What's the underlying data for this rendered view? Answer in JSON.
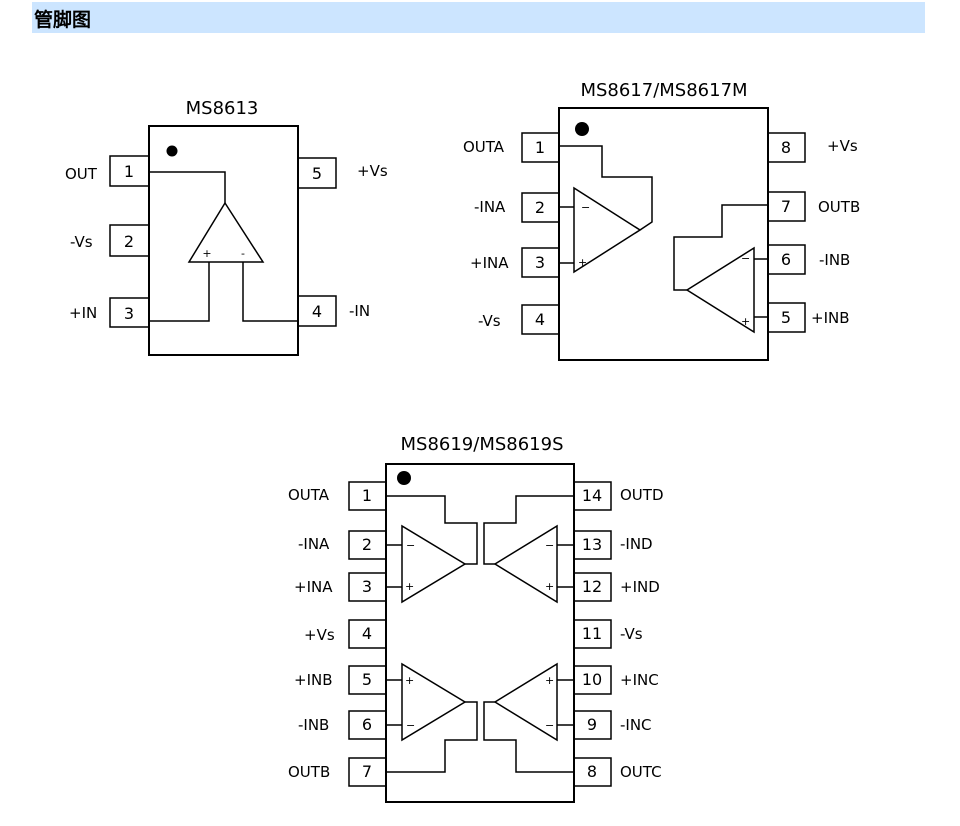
{
  "header": {
    "title": "管脚图"
  },
  "chips": {
    "ms8613": {
      "title": "MS8613",
      "pins": [
        {
          "num": "1",
          "label": "OUT"
        },
        {
          "num": "2",
          "label": "-Vs"
        },
        {
          "num": "3",
          "label": "+IN"
        },
        {
          "num": "4",
          "label": "-IN"
        },
        {
          "num": "5",
          "label": "+Vs"
        }
      ],
      "plus": "+",
      "minus": "-"
    },
    "ms8617": {
      "title": "MS8617/MS8617M",
      "pins": [
        {
          "num": "1",
          "label": "OUTA"
        },
        {
          "num": "2",
          "label": "-INA"
        },
        {
          "num": "3",
          "label": "+INA"
        },
        {
          "num": "4",
          "label": "-Vs"
        },
        {
          "num": "5",
          "label": "+INB"
        },
        {
          "num": "6",
          "label": "-INB"
        },
        {
          "num": "7",
          "label": "OUTB"
        },
        {
          "num": "8",
          "label": "+Vs"
        }
      ],
      "plus": "+",
      "minus": "−"
    },
    "ms8619": {
      "title": "MS8619/MS8619S",
      "pins": [
        {
          "num": "1",
          "label": "OUTA"
        },
        {
          "num": "2",
          "label": "-INA"
        },
        {
          "num": "3",
          "label": "+INA"
        },
        {
          "num": "4",
          "label": "+Vs"
        },
        {
          "num": "5",
          "label": "+INB"
        },
        {
          "num": "6",
          "label": "-INB"
        },
        {
          "num": "7",
          "label": "OUTB"
        },
        {
          "num": "8",
          "label": "OUTC"
        },
        {
          "num": "9",
          "label": "-INC"
        },
        {
          "num": "10",
          "label": "+INC"
        },
        {
          "num": "11",
          "label": "-Vs"
        },
        {
          "num": "12",
          "label": "+IND"
        },
        {
          "num": "13",
          "label": "-IND"
        },
        {
          "num": "14",
          "label": "OUTD"
        }
      ],
      "plus": "+",
      "minus": "−"
    }
  }
}
